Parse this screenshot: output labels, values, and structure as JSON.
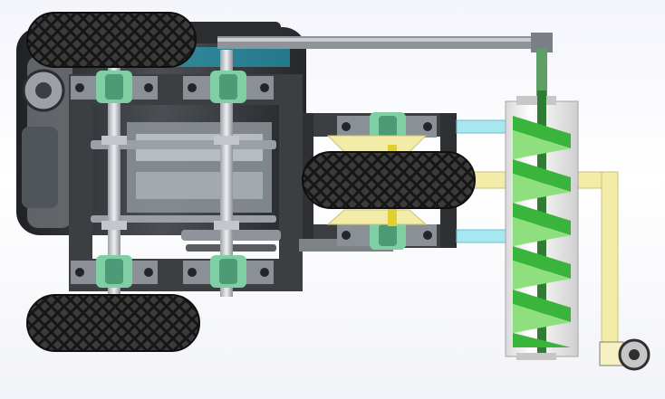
{
  "viewport": {
    "background_top": "#f4f5fb",
    "background_bottom": "#f2f3f8"
  },
  "model": {
    "components": [
      "engine-block",
      "main-frame",
      "front-axle",
      "rear-axle",
      "drive-belt",
      "top-linkage-bar",
      "pillow-block-bearings",
      "tires",
      "center-caster-wheel",
      "auger-screw",
      "auger-housing",
      "handle-frame",
      "tail-wheel"
    ],
    "colors": {
      "frame": "#3c3f42",
      "frame_dark": "#2a2c2f",
      "bearing_green": "#7fcfa4",
      "bearing_dark": "#4e9a76",
      "shaft": "#c9ccd1",
      "tire": "#151515",
      "tire_tread": "#3a3a3a",
      "auger_green": "#39b53b",
      "auger_light": "#8ee07f",
      "auger_housing": "#f4f4f4",
      "yellow": "#f2eca8",
      "yellow_dark": "#c9c27a",
      "cyan_rod": "#a6e7f0",
      "engine": "#2f3134",
      "engine_light": "#8d9297"
    }
  }
}
